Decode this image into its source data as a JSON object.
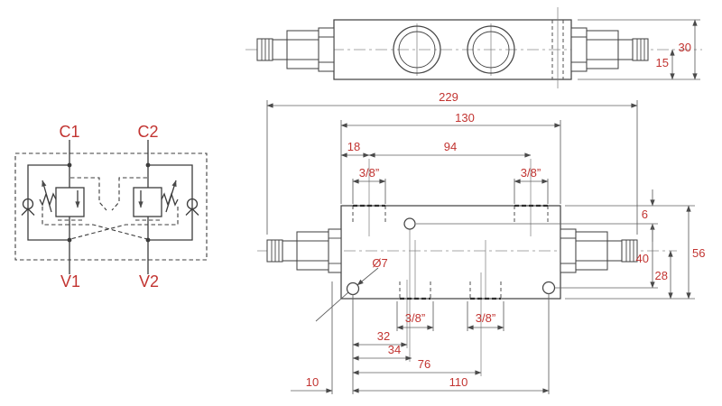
{
  "schematic": {
    "c1": "C1",
    "c2": "C2",
    "v1": "V1",
    "v2": "V2"
  },
  "side_view": {
    "height": "30",
    "center_to_bottom": "15"
  },
  "plan_view": {
    "overall_length": "229",
    "body_length": "130",
    "port_offset": "18",
    "port_spacing": "94",
    "thread_c1": "3/8”",
    "thread_c2": "3/8”",
    "thread_v1": "3/8”",
    "thread_v2": "3/8”",
    "hole_from_top": "6",
    "body_width": "56",
    "hole_line_spacing": "40",
    "center_from_bottom": "28",
    "mount_hole_dia": "Ø7",
    "dim_32": "32",
    "dim_34": "34",
    "dim_76": "76",
    "dim_110": "110",
    "dim_10": "10"
  },
  "colors": {
    "dimension_red": "#c23431",
    "line_gray": "#454545"
  }
}
